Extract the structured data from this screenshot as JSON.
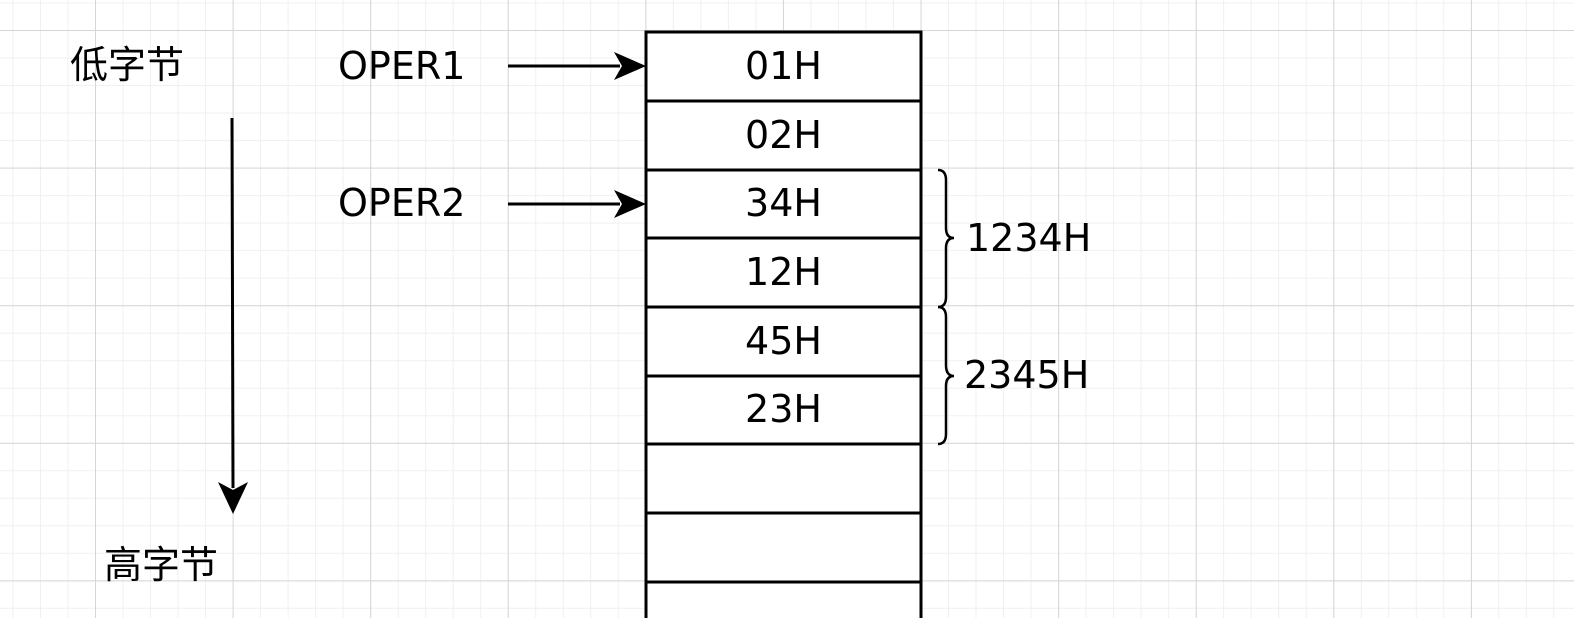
{
  "labels": {
    "low_byte": "低字节",
    "high_byte": "高字节"
  },
  "pointers": [
    {
      "name": "OPER1"
    },
    {
      "name": "OPER2"
    }
  ],
  "memory_cells": [
    "01H",
    "02H",
    "34H",
    "12H",
    "45H",
    "23H",
    "",
    "",
    ""
  ],
  "word_groups": [
    {
      "value": "1234H"
    },
    {
      "value": "2345H"
    }
  ],
  "colors": {
    "stroke": "#000000",
    "grid_major": "#d6d6d6",
    "grid_minor": "#f0f0f0",
    "background": "#ffffff"
  }
}
